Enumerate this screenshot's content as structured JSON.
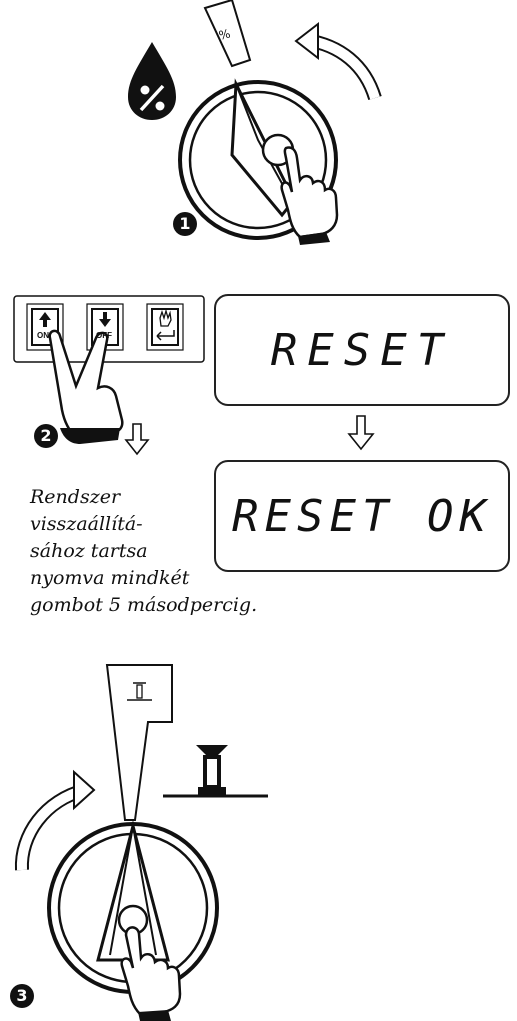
{
  "steps": [
    {
      "number": "1",
      "dial_icon": "percent-icon"
    },
    {
      "number": "2"
    },
    {
      "number": "3",
      "dial_icon": "sprinkler-head-icon"
    }
  ],
  "keypad": {
    "keys": [
      {
        "icon": "arrow-up-icon",
        "label": "ON"
      },
      {
        "icon": "arrow-down-icon",
        "label": "OFF"
      },
      {
        "icon": "manual-hand-icon",
        "label": ""
      }
    ]
  },
  "display": {
    "screen_1": "RESET",
    "screen_2": "RESET OK"
  },
  "caption": {
    "lines": [
      "Rendszer",
      "visszaállítá-",
      "sához tartsa",
      "nyomva mindkét",
      "gombot 5 másodpercig."
    ]
  }
}
